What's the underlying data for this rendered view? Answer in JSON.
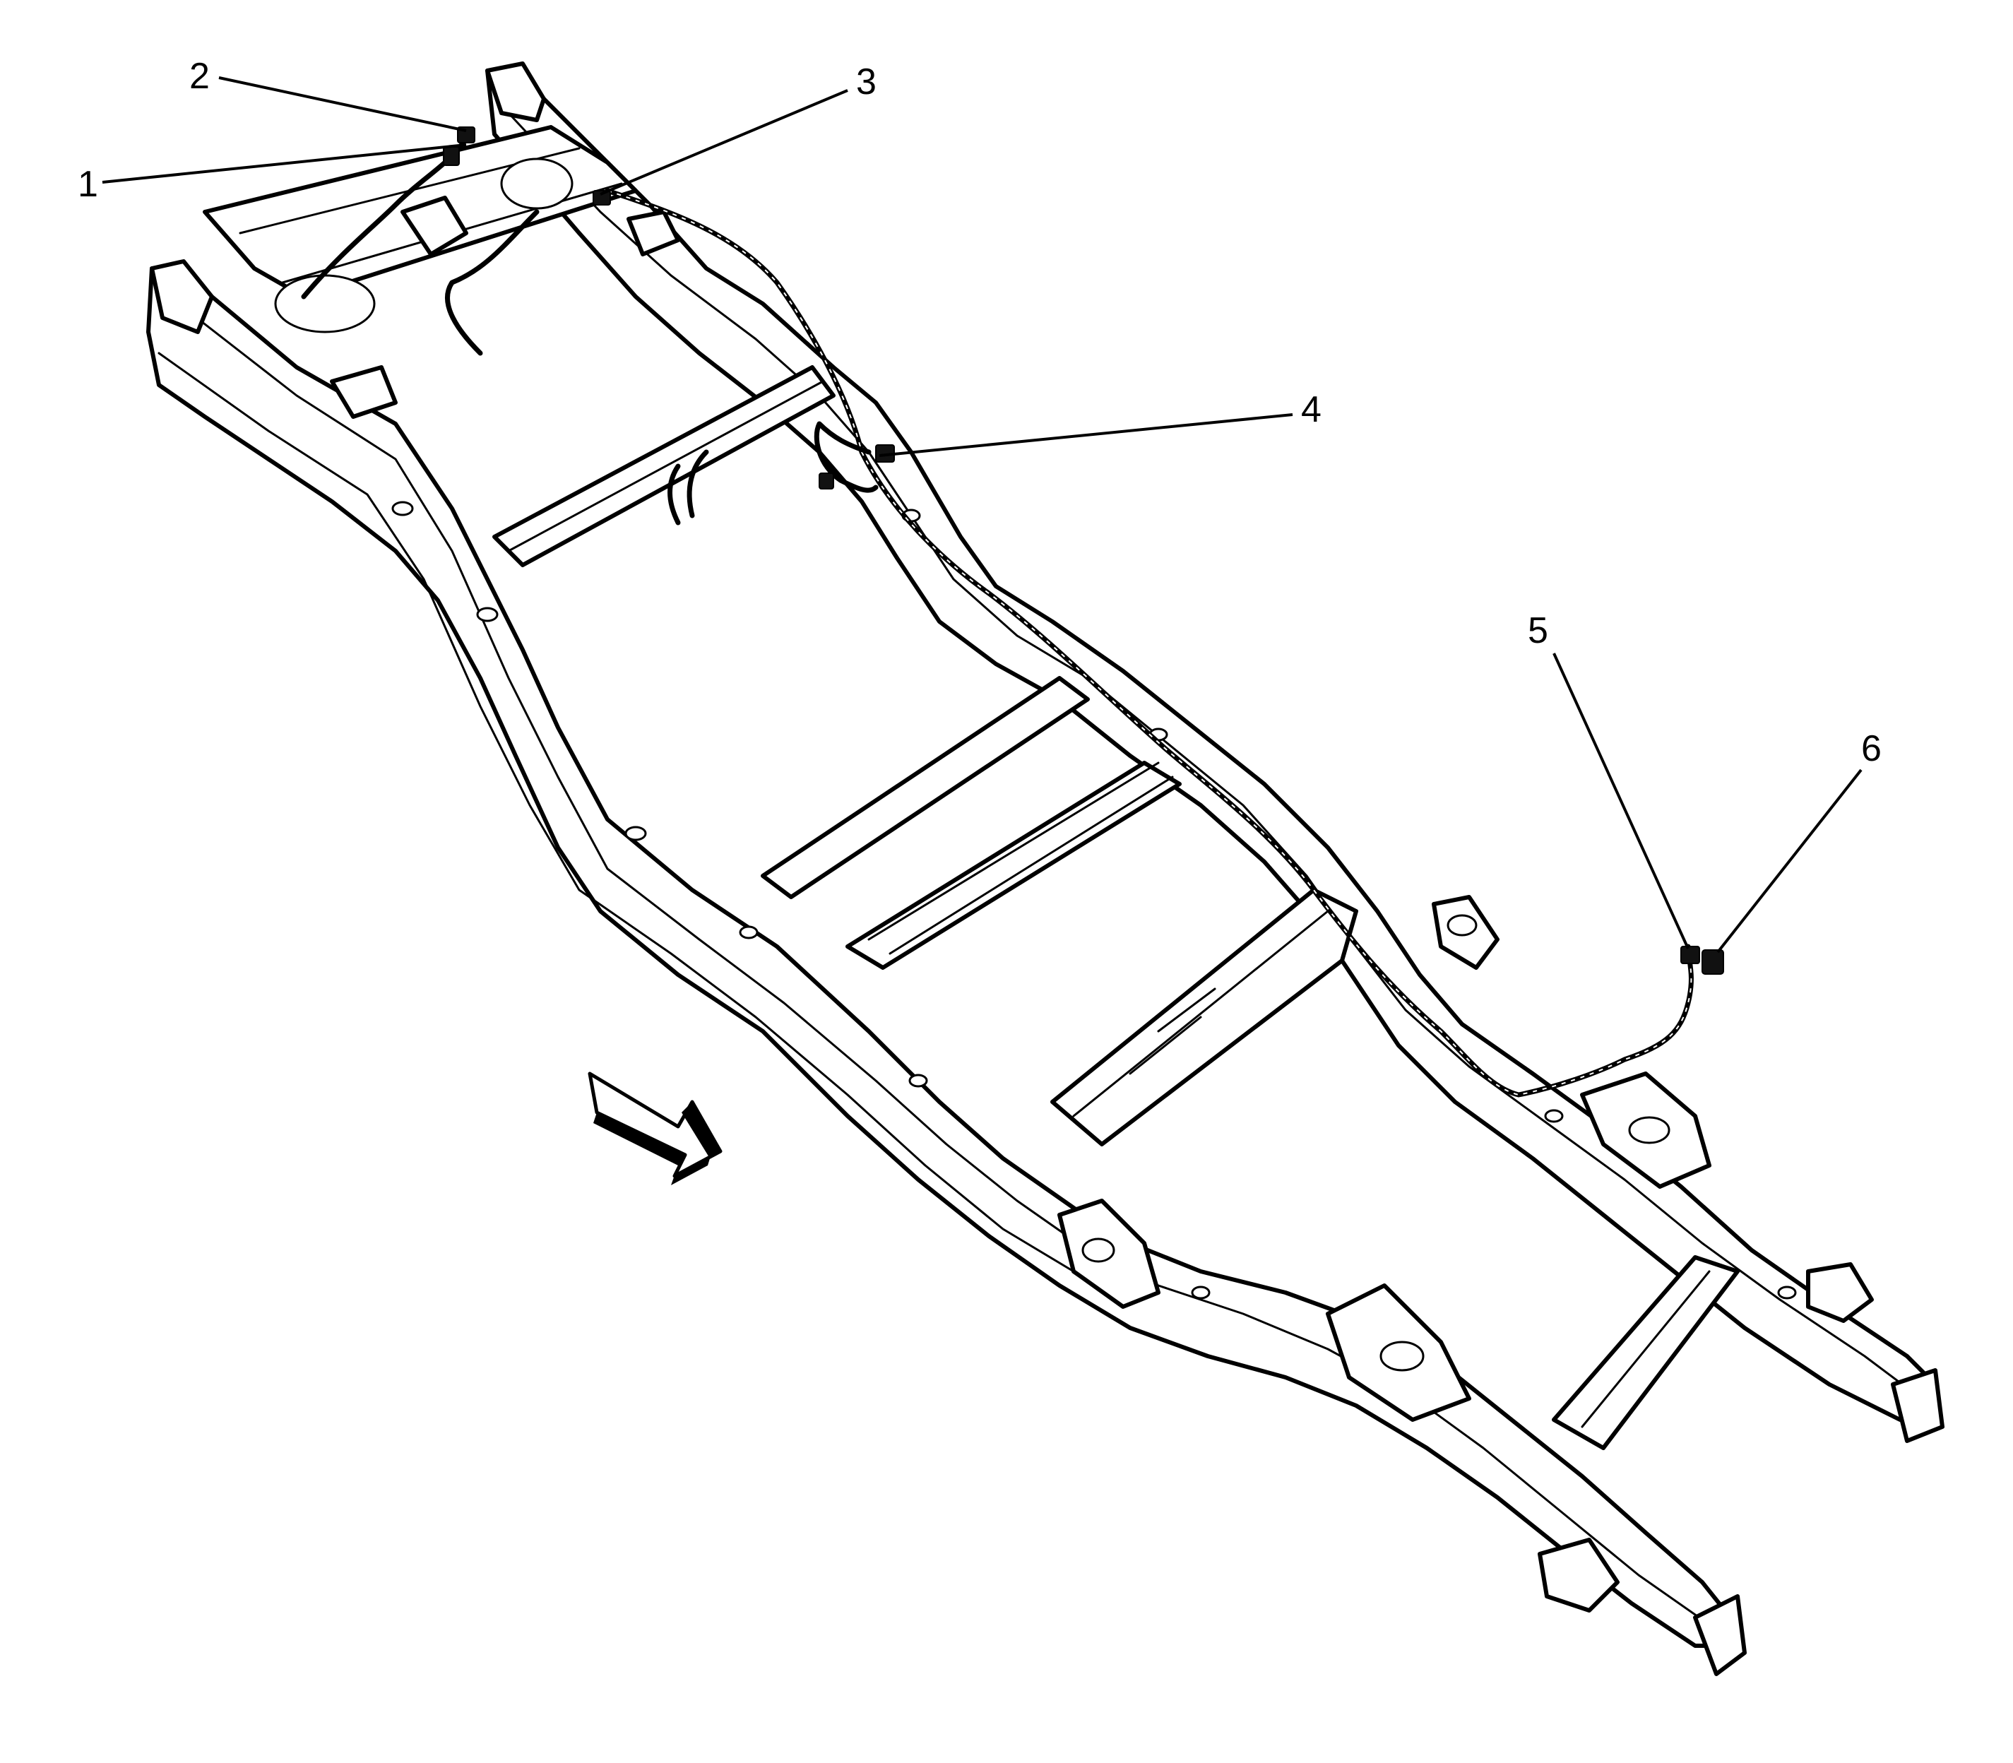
{
  "callouts": [
    {
      "id": 1,
      "label": "1"
    },
    {
      "id": 2,
      "label": "2"
    },
    {
      "id": 3,
      "label": "3"
    },
    {
      "id": 4,
      "label": "4"
    },
    {
      "id": 5,
      "label": "5"
    },
    {
      "id": 6,
      "label": "6"
    }
  ],
  "icons": {
    "direction_arrow": "forward-direction-arrow-icon"
  },
  "colors": {
    "line": "#000000",
    "background": "#ffffff"
  }
}
